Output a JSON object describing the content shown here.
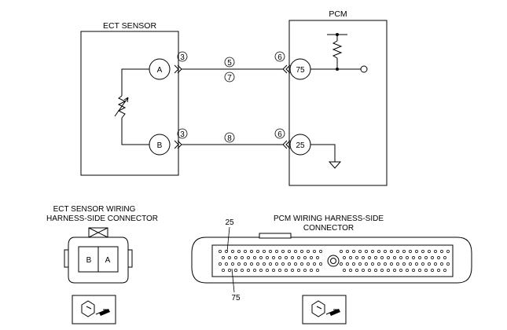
{
  "ect_sensor": {
    "title": "ECT SENSOR",
    "pin_a": "A",
    "pin_b": "B"
  },
  "pcm": {
    "title": "PCM",
    "pin_75": "75",
    "pin_25": "25"
  },
  "refs": {
    "left_a": "3",
    "left_b": "3",
    "wire_a_top": "5",
    "wire_a_bottom": "7",
    "wire_b": "8",
    "right_a": "6",
    "right_b": "6"
  },
  "connectors": {
    "ect_caption_line1": "ECT SENSOR WIRING",
    "ect_caption_line2": "HARNESS-SIDE CONNECTOR",
    "ect_cavity_b": "B",
    "ect_cavity_a": "A",
    "pcm_caption_line1": "PCM WIRING  HARNESS-SIDE",
    "pcm_caption_line2": "CONNECTOR",
    "pcm_pin_top": "25",
    "pcm_pin_bottom": "75"
  },
  "icons": {
    "view_icon": "connector-view-arrow-icon"
  }
}
